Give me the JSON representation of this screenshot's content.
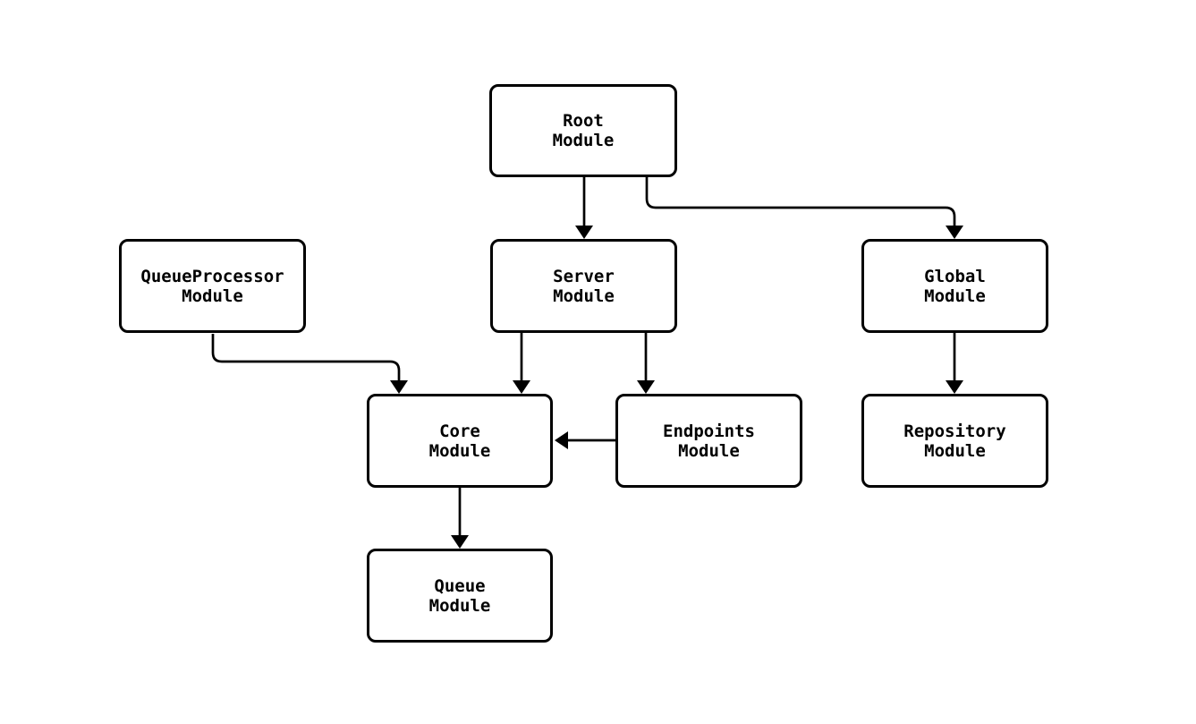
{
  "diagram": {
    "type": "flowchart",
    "direction": "top-down",
    "colors": {
      "background": "#ffffff",
      "line": "#000000",
      "node_fill": "#ffffff",
      "text": "#000000"
    },
    "nodes": [
      {
        "id": "root",
        "line1": "Root",
        "line2": "Module"
      },
      {
        "id": "queueprocessor",
        "line1": "QueueProcessor",
        "line2": "Module"
      },
      {
        "id": "server",
        "line1": "Server",
        "line2": "Module"
      },
      {
        "id": "global",
        "line1": "Global",
        "line2": "Module"
      },
      {
        "id": "core",
        "line1": "Core",
        "line2": "Module"
      },
      {
        "id": "endpoints",
        "line1": "Endpoints",
        "line2": "Module"
      },
      {
        "id": "repository",
        "line1": "Repository",
        "line2": "Module"
      },
      {
        "id": "queue",
        "line1": "Queue",
        "line2": "Module"
      }
    ],
    "edges": [
      {
        "from": "Root Module",
        "to": "Server Module"
      },
      {
        "from": "Root Module",
        "to": "Global Module"
      },
      {
        "from": "QueueProcessor Module",
        "to": "Core Module"
      },
      {
        "from": "Server Module",
        "to": "Core Module"
      },
      {
        "from": "Server Module",
        "to": "Endpoints Module"
      },
      {
        "from": "Endpoints Module",
        "to": "Core Module"
      },
      {
        "from": "Global Module",
        "to": "Repository Module"
      },
      {
        "from": "Core Module",
        "to": "Queue Module"
      }
    ]
  }
}
